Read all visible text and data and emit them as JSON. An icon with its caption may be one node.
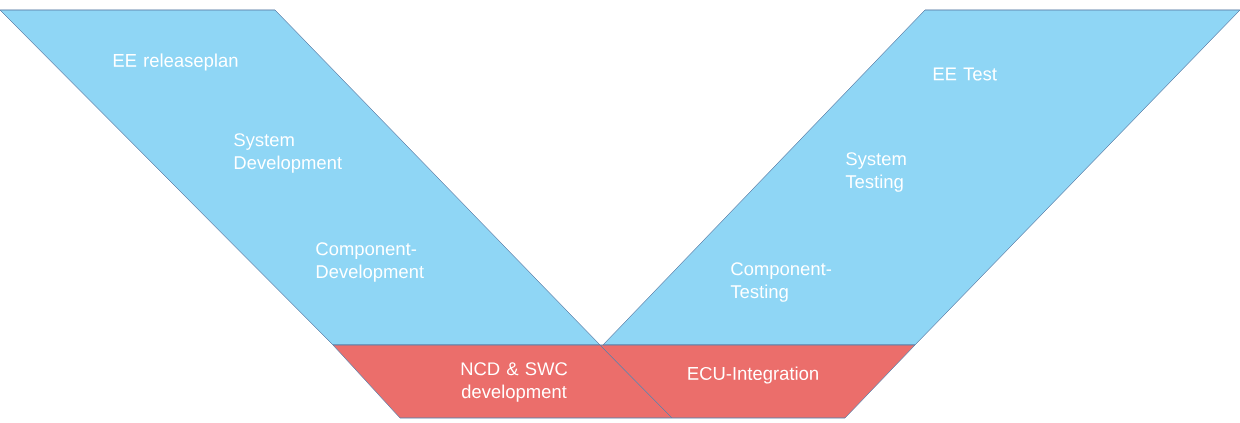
{
  "diagram": {
    "nodes": [
      {
        "text": [
          "EE releaseplan",
          "System Development",
          "Component- Development"
        ]
      },
      {
        "text": [
          "EE Test",
          "System Testing",
          "Component- Testing"
        ]
      },
      {
        "text": [
          "NCD & SWC development"
        ]
      },
      {
        "text": [
          "ECU-Integration"
        ]
      }
    ]
  }
}
